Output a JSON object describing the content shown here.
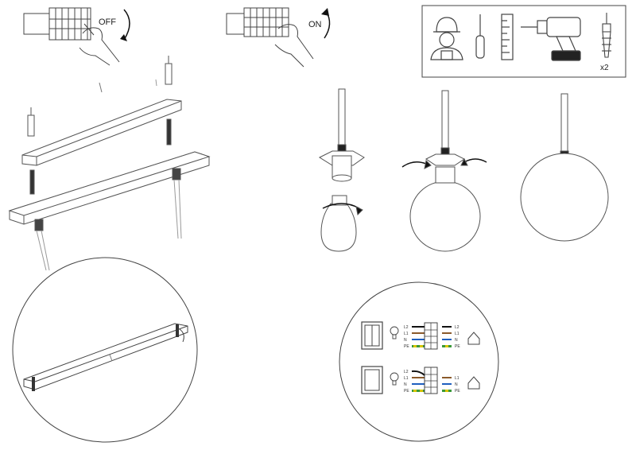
{
  "steps": {
    "off_label": "OFF",
    "on_label": "ON"
  },
  "tools": {
    "quantity_label": "x2",
    "items": [
      "installer-icon",
      "screwdriver-icon",
      "ruler-icon",
      "drill-icon",
      "wall-plug-icon"
    ]
  },
  "wiring": {
    "double_switch": {
      "labels_left": [
        "L2",
        "L1",
        "N",
        "PE"
      ],
      "labels_right": [
        "L2",
        "L1",
        "N",
        "PE"
      ]
    },
    "single_switch": {
      "labels_left": [
        "L2",
        "L1",
        "N",
        "PE"
      ],
      "labels_right": [
        "L1",
        "N",
        "PE"
      ]
    }
  },
  "colors": {
    "line": "#444444",
    "light_line": "#888888",
    "wire_black": "#111111",
    "wire_brown": "#8b5a2b",
    "wire_blue": "#1f5fbf",
    "wire_yellow": "#d8c400",
    "wire_green": "#3a9a3a"
  }
}
